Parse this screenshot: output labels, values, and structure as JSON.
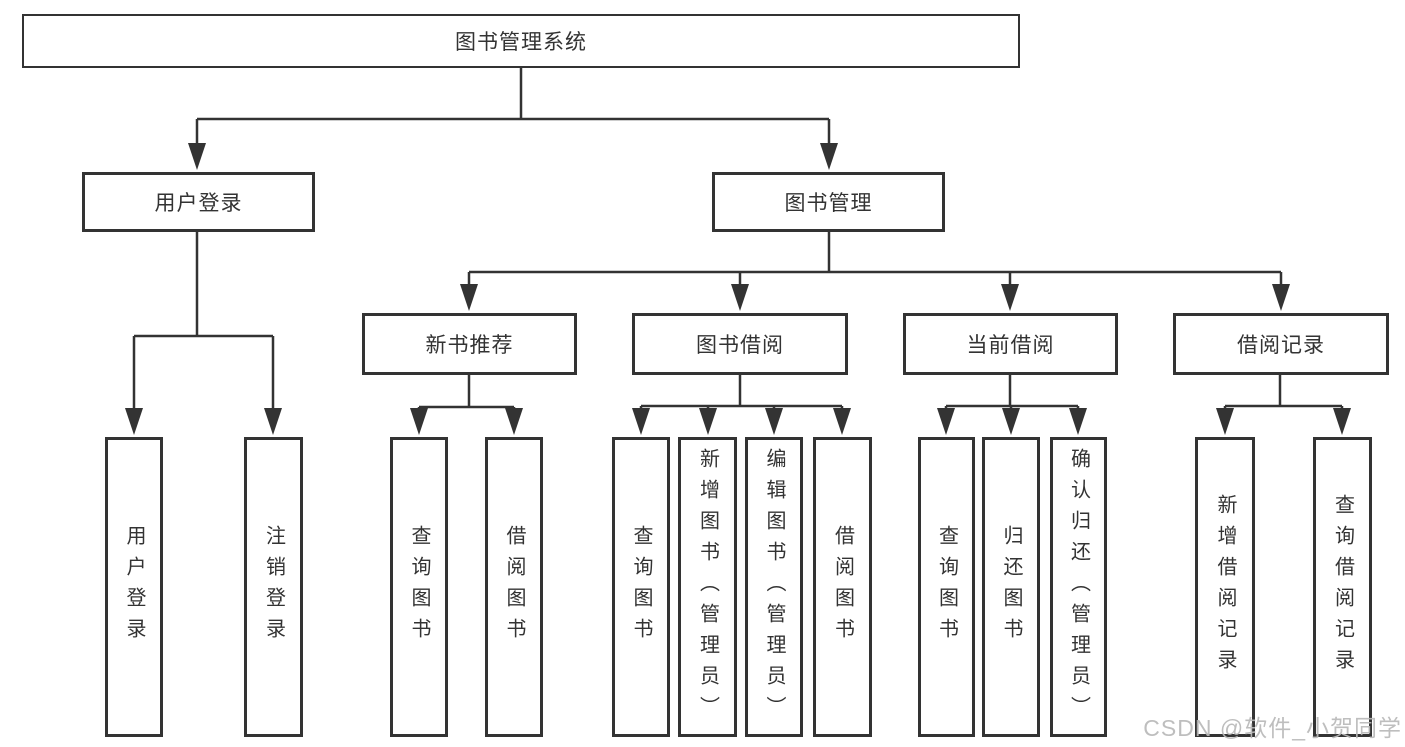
{
  "colors": {
    "line": "#333333",
    "text": "#333333",
    "background": "#ffffff",
    "watermark": "#b9b9b9"
  },
  "watermark": "CSDN @软件_小贺同学",
  "diagram": {
    "type": "tree",
    "root": {
      "label": "图书管理系统"
    },
    "branches": [
      {
        "label": "用户登录",
        "children": [
          {
            "label": "用户登录"
          },
          {
            "label": "注销登录"
          }
        ]
      },
      {
        "label": "图书管理",
        "children": [
          {
            "label": "新书推荐",
            "children": [
              {
                "label": "查询图书"
              },
              {
                "label": "借阅图书"
              }
            ]
          },
          {
            "label": "图书借阅",
            "children": [
              {
                "label": "查询图书"
              },
              {
                "label": "新增图书（管理员）"
              },
              {
                "label": "编辑图书（管理员）"
              },
              {
                "label": "借阅图书"
              }
            ]
          },
          {
            "label": "当前借阅",
            "children": [
              {
                "label": "查询图书"
              },
              {
                "label": "归还图书"
              },
              {
                "label": "确认归还（管理员）"
              }
            ]
          },
          {
            "label": "借阅记录",
            "children": [
              {
                "label": "新增借阅记录"
              },
              {
                "label": "查询借阅记录"
              }
            ]
          }
        ]
      }
    ]
  }
}
